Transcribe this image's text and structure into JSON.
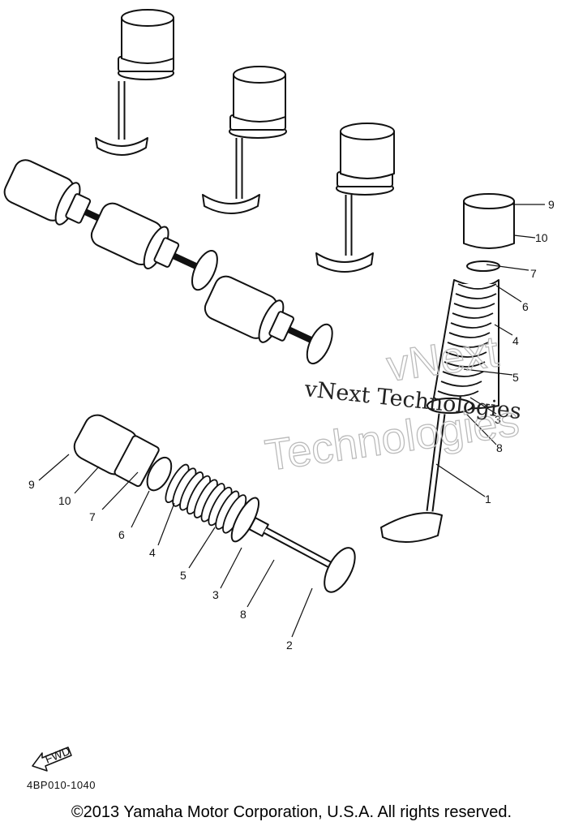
{
  "watermark": {
    "line1": "vNext Technologies",
    "outline_1": "vNext",
    "outline_2": "Technologies"
  },
  "fwd_label": "FWD",
  "ref_code": "4BP010-1040",
  "copyright": "©2013 Yamaha Motor Corporation, U.S.A. All rights reserved.",
  "callouts_right": [
    "9",
    "10",
    "7",
    "6",
    "4",
    "5",
    "3",
    "8",
    "1"
  ],
  "callouts_left": [
    "9",
    "10",
    "7",
    "6",
    "4",
    "5",
    "3",
    "8",
    "2"
  ]
}
